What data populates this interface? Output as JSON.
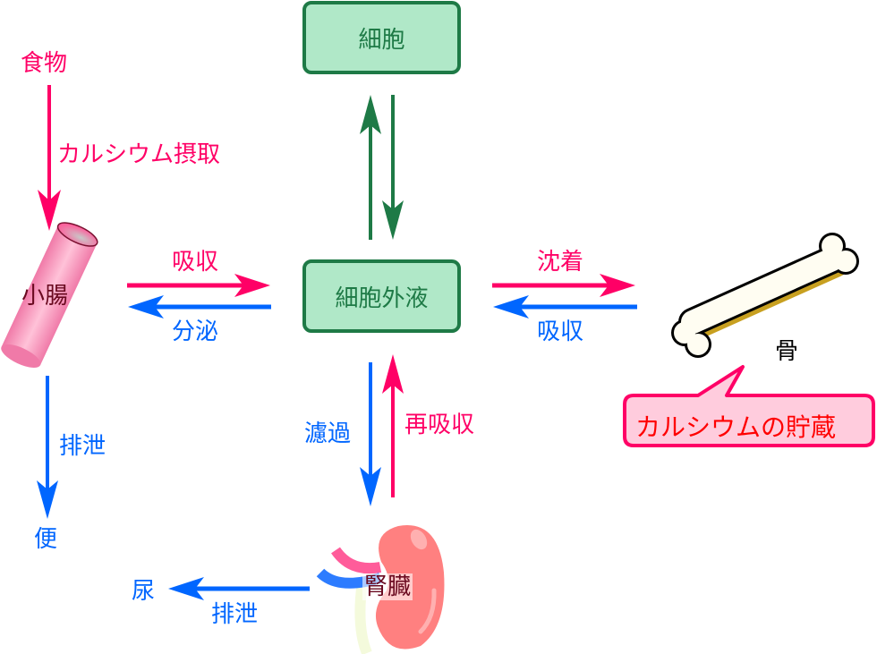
{
  "colors": {
    "intake": "#ff0066",
    "excretion": "#0066ff",
    "cell_flow": "#1e7a46",
    "box_fill": "#b0e8c8",
    "callout_fill": "#ffccdd",
    "callout_text": "#ff0000"
  },
  "nodes": {
    "food": "食物",
    "small_intestine": "小腸",
    "cells": "細胞",
    "extracellular_fluid": "細胞外液",
    "bone": "骨",
    "kidney": "腎臓",
    "feces": "便",
    "urine": "尿"
  },
  "edges": {
    "calcium_intake": "カルシウム摂取",
    "absorption_intestine": "吸収",
    "secretion": "分泌",
    "deposition": "沈着",
    "absorption_bone": "吸収",
    "filtration": "濾過",
    "reabsorption": "再吸収",
    "excretion_feces": "排泄",
    "excretion_urine": "排泄"
  },
  "callout": {
    "text": "カルシウムの貯蔵"
  }
}
